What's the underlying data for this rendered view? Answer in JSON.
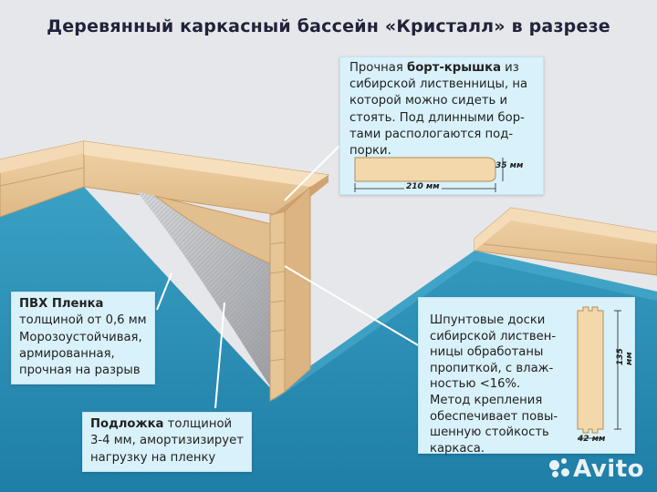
{
  "title": "Деревянный каркасный бассейн «Кристалл» в разрезе",
  "top_note": {
    "pre": "Прочная ",
    "bold": "борт-крышка",
    "rest": " из сибирской лиственницы, на которой можно сидеть и стоять. Под длинными бор-тами распологаются под-порки.",
    "lines": [
      "Прочная борт-крышка из",
      "сибирской лиственницы, на",
      "которой можно сидеть и",
      "стоять. Под длинными бор-",
      "тами распологаются под-",
      "порки."
    ],
    "width_label": "210 мм",
    "height_label": "35 мм"
  },
  "pvc_note": {
    "bold": "ПВХ Пленка",
    "lines": [
      "толщиной от 0,6 мм",
      "Морозоустойчивая,",
      "армированная,",
      "прочная на разрыв"
    ]
  },
  "underlay_note": {
    "bold": "Подложка",
    "first_rest": " толщиной",
    "lines": [
      "3-4 мм, амортизизирует",
      "нагрузку на пленку"
    ]
  },
  "boards_note": {
    "lines": [
      "Шпунтовые доски",
      "сибирской листвен-",
      "ницы обработаны",
      "пропиткой, с влаж-",
      "ностью <16%.",
      "Метод крепления",
      "обеспечивает повы-",
      "шенную стойкость",
      "каркаса."
    ],
    "width_label": "42 мм",
    "height_label": "135 мм"
  },
  "watermark": "Avito",
  "colors": {
    "water": "#2f93b8",
    "wood": "#e9c79a",
    "wood_dark": "#d4a873",
    "note_bg": "#d8f1fb",
    "liner": "#b9bcc0"
  }
}
